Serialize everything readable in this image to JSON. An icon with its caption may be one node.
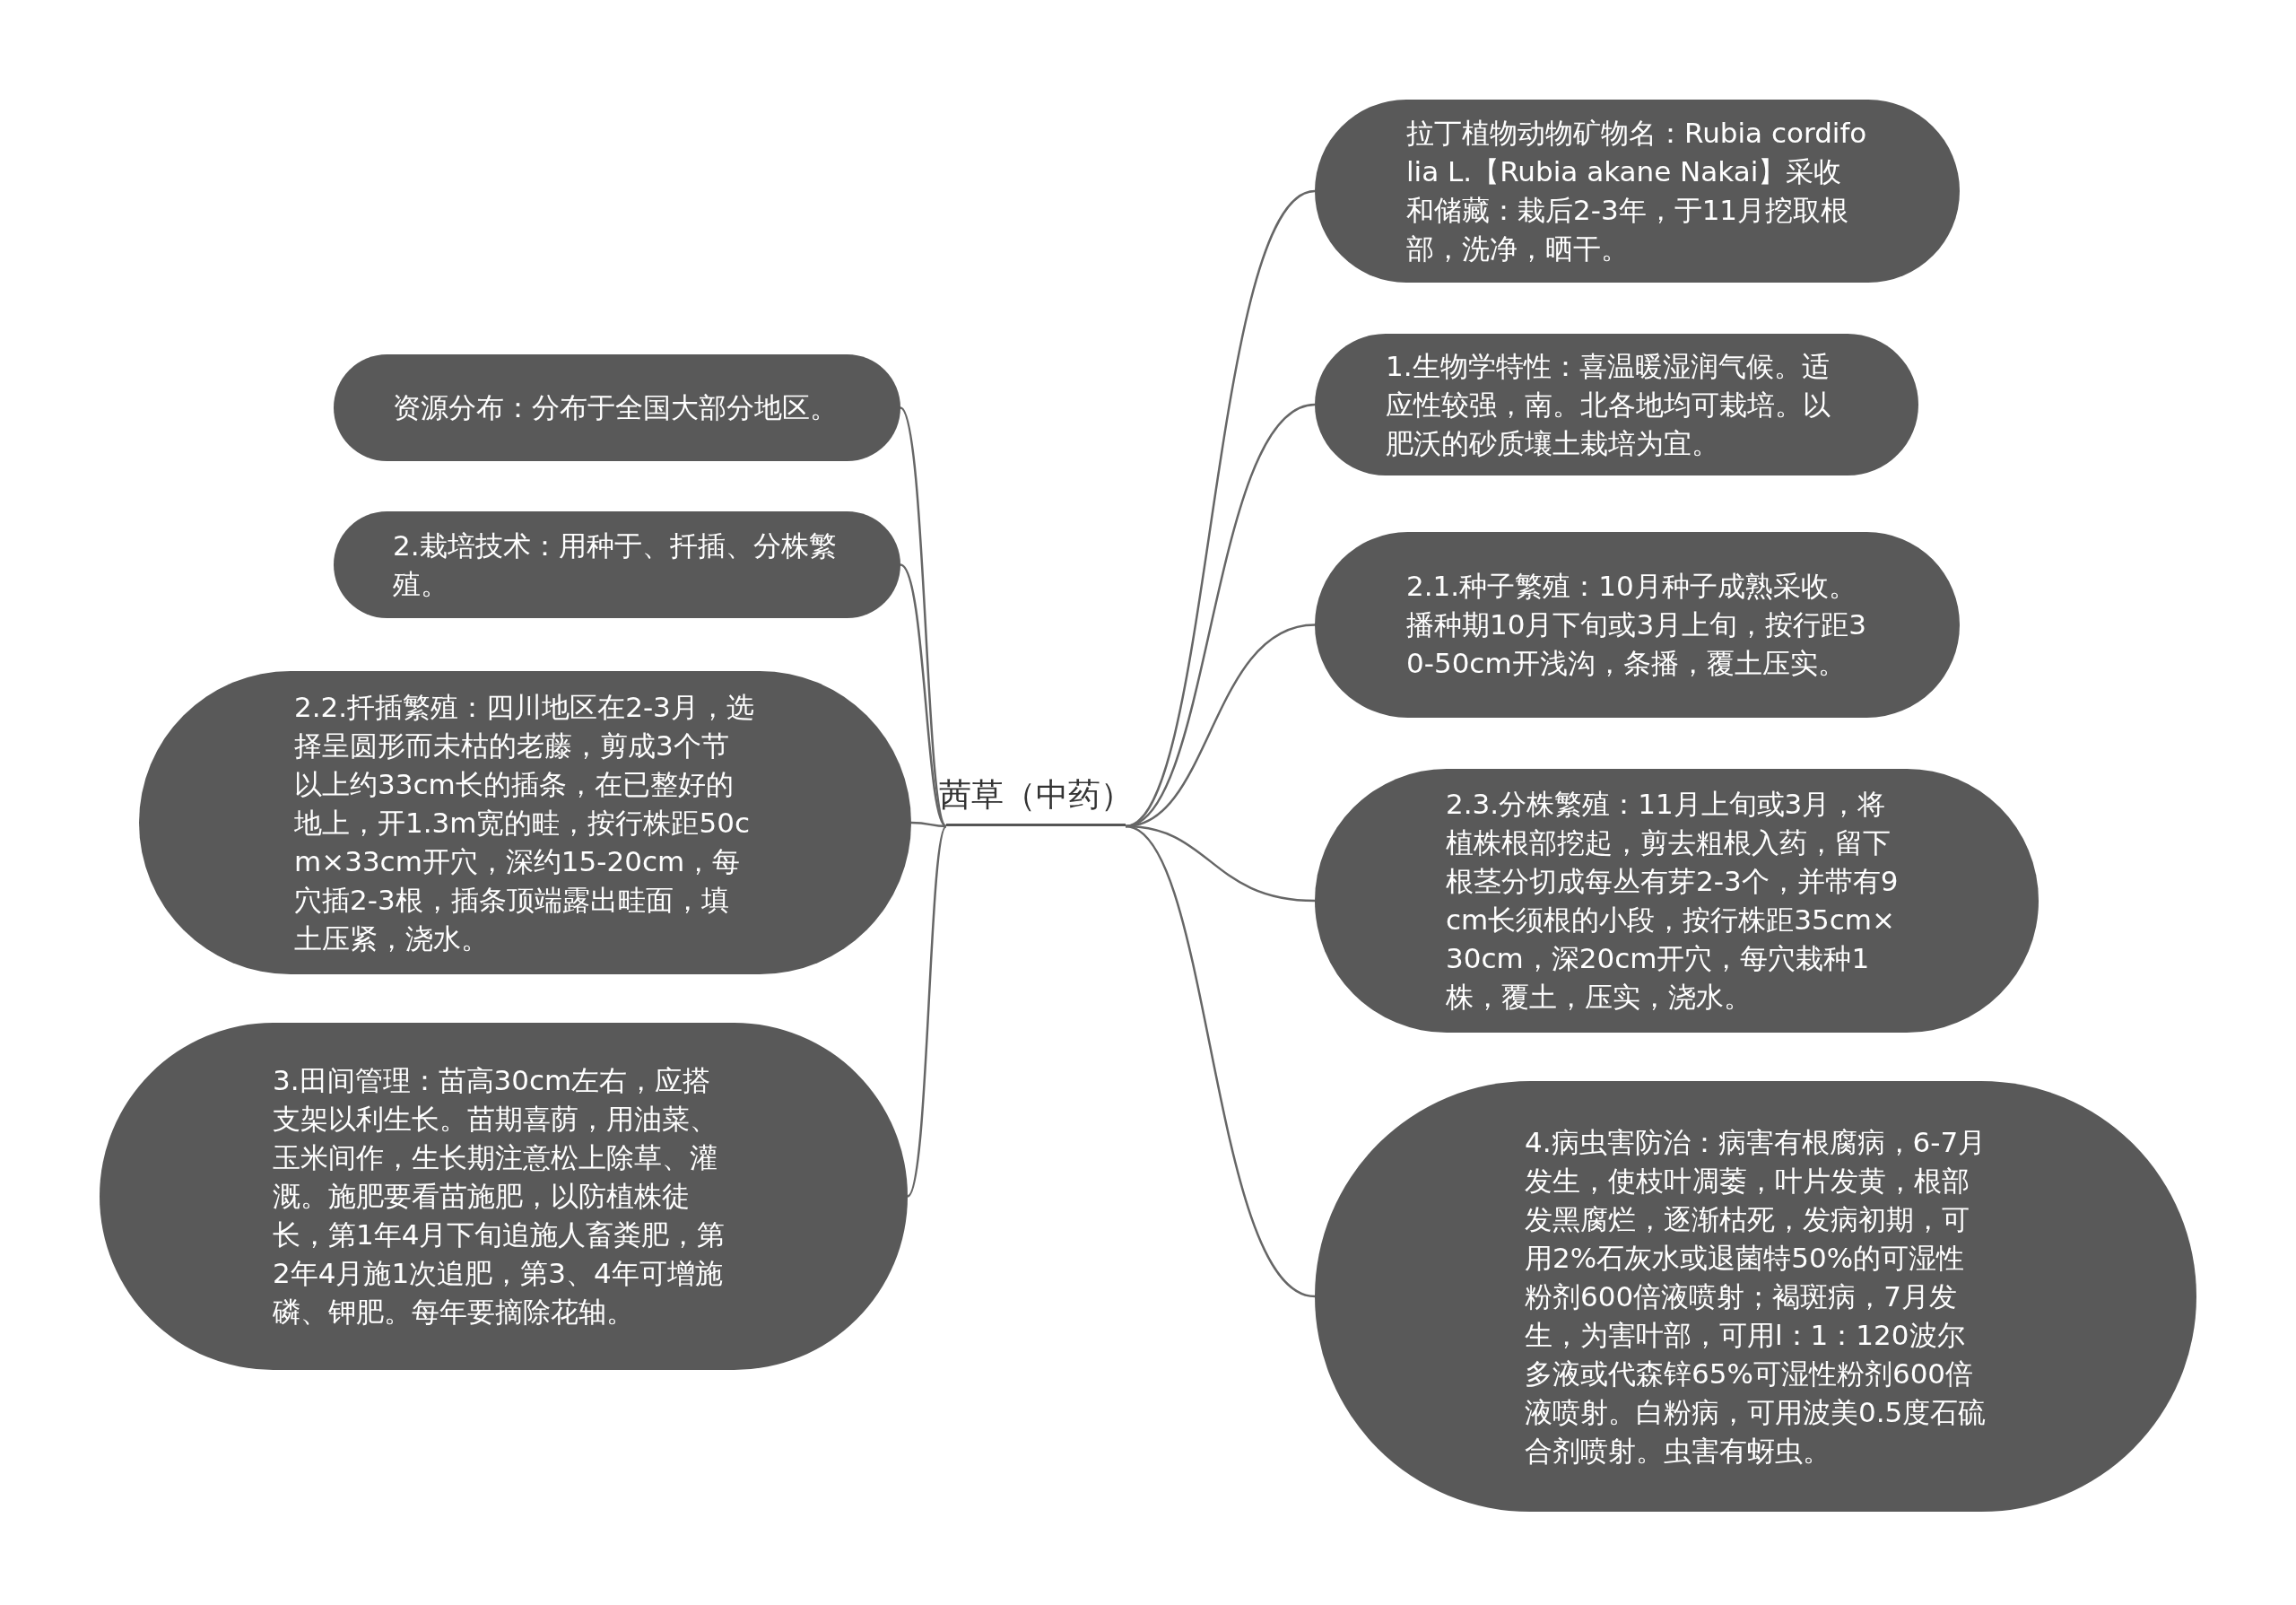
{
  "diagram": {
    "nodes": [
      {
        "text": [
          "茜草（中药）"
        ]
      },
      {
        "text": [
          "拉丁植物动物矿物名：Rubia cordifolia L.【Rubia akane Nakai】采收和储藏：栽后2-3年，于11月挖取根部，洗净，晒干。"
        ]
      },
      {
        "text": [
          "1.生物学特性：喜温暖湿润气候。适应性较强，南。北各地均可栽培。以肥沃的砂质壤土栽培为宜。"
        ]
      },
      {
        "text": [
          "2.1.种子繁殖：10月种子成熟采收。播种期10月下旬或3月上旬，按行距30-50cm开浅沟，条播，覆土压实。"
        ]
      },
      {
        "text": [
          "2.3.分株繁殖：11月上旬或3月，将植株根部挖起，剪去粗根入药，留下根茎分切成每丛有芽2-3个，并带有9cm长须根的小段，按行株距35cm×30cm，深20cm开穴，每穴栽种1株，覆土，压实，浇水。"
        ]
      },
      {
        "text": [
          "4.病虫害防治：病害有根腐病，6-7月发生，使枝叶凋萎，叶片发黄，根部发黑腐烂，逐渐枯死，发病初期，可用2%石灰水或退菌特50%的可湿性粉剂600倍液喷射；褐斑病，7月发生，为害叶部，可用l：1：120波尔多液或代森锌65%可湿性粉剂600倍液喷射。白粉病，可用波美0.5度石硫合剂喷射。虫害有蚜虫。"
        ]
      },
      {
        "text": [
          "资源分布：分布于全国大部分地区。"
        ]
      },
      {
        "text": [
          "2.栽培技术：用种于、扦插、分株繁殖。"
        ]
      },
      {
        "text": [
          "2.2.扦插繁殖：四川地区在2-3月，选择呈圆形而未枯的老藤，剪成3个节以上约33cm长的插条，在已整好的地上，开1.3m宽的畦，按行株距50cm×33cm开穴，深约15-20cm，每穴插2-3根，插条顶端露出畦面，填土压紧，浇水。"
        ]
      },
      {
        "text": [
          "3.田间管理：苗高30cm左右，应搭支架以利生长。苗期喜荫，用油菜、玉米间作，生长期注意松上除草、灌溉。施肥要看苗施肥，以防植株徒长，第1年4月下旬追施人畜粪肥，第2年4月施1次追肥，第3、4年可增施磷、钾肥。每年要摘除花轴。"
        ]
      }
    ],
    "edges": [
      {
        "from": 0,
        "to": 1,
        "arrow": "none"
      },
      {
        "from": 0,
        "to": 2,
        "arrow": "none"
      },
      {
        "from": 0,
        "to": 3,
        "arrow": "none"
      },
      {
        "from": 0,
        "to": 4,
        "arrow": "none"
      },
      {
        "from": 0,
        "to": 5,
        "arrow": "none"
      },
      {
        "from": 0,
        "to": 6,
        "arrow": "none"
      },
      {
        "from": 0,
        "to": 7,
        "arrow": "none"
      },
      {
        "from": 0,
        "to": 8,
        "arrow": "none"
      },
      {
        "from": 0,
        "to": 9,
        "arrow": "none"
      }
    ]
  }
}
